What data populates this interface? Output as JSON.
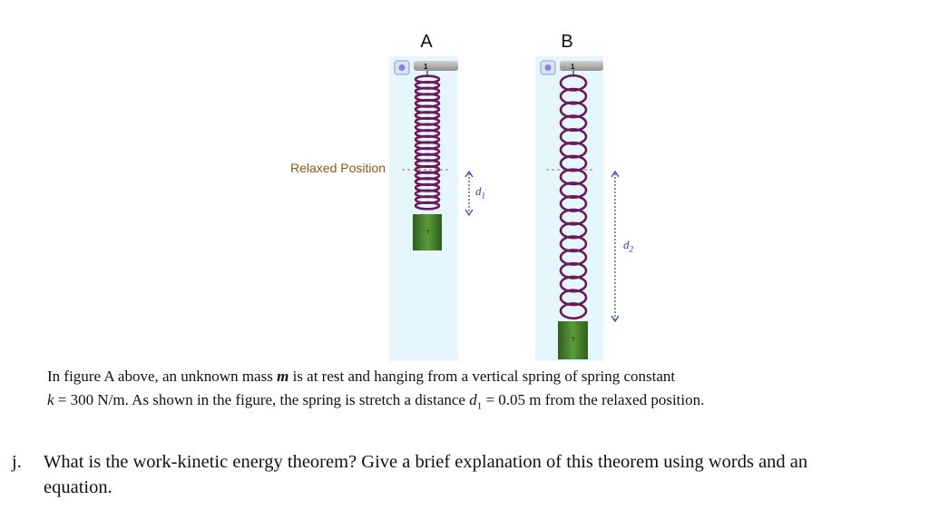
{
  "figure": {
    "label_a": "A",
    "label_b": "B",
    "relaxed_label": "Relaxed Position",
    "d1_symbol": "d",
    "d1_sub": "1",
    "d2_symbol": "d",
    "d2_sub": "2",
    "hook_number": "1",
    "mass_mark": "?",
    "colors": {
      "panel": "#e6f6fd",
      "spring": "#6b1a5c",
      "mass": "#3f7a2a",
      "arrow": "#2f3fa8",
      "relaxed_text": "#8b5a1a"
    }
  },
  "paragraph": {
    "line1_prefix": "In figure A above, an unknown mass ",
    "line1_var": "m",
    "line1_suffix": " is at rest and hanging from a vertical spring of spring constant",
    "line2_var_k": "k",
    "line2_mid": " = 300 N/m. As shown in the figure, the spring is stretch a distance ",
    "line2_var_d": "d",
    "line2_sub": "1",
    "line2_end": " = 0.05 m from the relaxed position."
  },
  "question": {
    "letter": "j.",
    "line1": "What is the work-kinetic energy theorem? Give a brief explanation of this theorem using words and an",
    "line2": "equation."
  }
}
